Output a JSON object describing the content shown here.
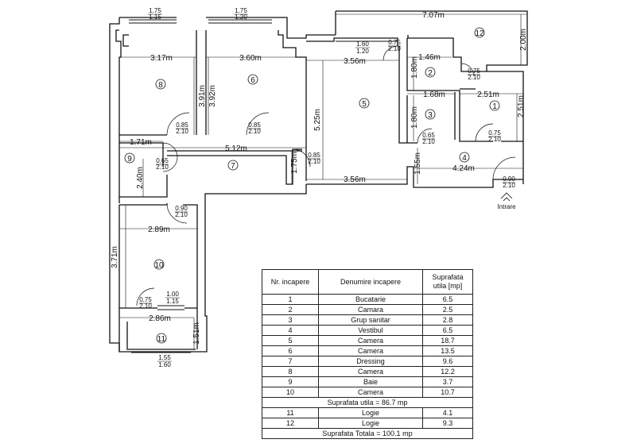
{
  "plan": {
    "rooms": [
      {
        "num": "1"
      },
      {
        "num": "2"
      },
      {
        "num": "3"
      },
      {
        "num": "4"
      },
      {
        "num": "5"
      },
      {
        "num": "6"
      },
      {
        "num": "7"
      },
      {
        "num": "8"
      },
      {
        "num": "9"
      },
      {
        "num": "10"
      },
      {
        "num": "11"
      },
      {
        "num": "12"
      }
    ],
    "dimensions": [
      "3.17m",
      "3.60m",
      "3.56m",
      "7.07m",
      "1.46m",
      "2.51m",
      "1.68m",
      "5.12m",
      "2.89m",
      "2.86m",
      "4.24m",
      "3.56m",
      "3.91m",
      "3.92m",
      "5.25m",
      "2.00m",
      "1.80m",
      "1.80m",
      "2.51m",
      "1.75m",
      "1.55m",
      "2.40m",
      "3.71m",
      "1.51m",
      "1.71m"
    ],
    "windows": [
      {
        "top": "1.75",
        "bottom": "1.15"
      },
      {
        "top": "1.75",
        "bottom": "1.20"
      },
      {
        "top": "1.60",
        "bottom": "1.20"
      },
      {
        "top": "1.00",
        "bottom": "1.15"
      },
      {
        "top": "1.55",
        "bottom": "1.60"
      }
    ],
    "doors": [
      {
        "top": "0.85",
        "bottom": "2.10"
      },
      {
        "top": "0.85",
        "bottom": "2.10"
      },
      {
        "top": "0.85",
        "bottom": "2.10"
      },
      {
        "top": "0.65",
        "bottom": "2.10"
      },
      {
        "top": "0.90",
        "bottom": "2.10"
      },
      {
        "top": "0.75",
        "bottom": "2.10"
      },
      {
        "top": "0.75",
        "bottom": "2.10"
      },
      {
        "top": "0.75",
        "bottom": "2.10"
      },
      {
        "top": "0.65",
        "bottom": "2.10"
      },
      {
        "top": "0.75",
        "bottom": "2.10"
      },
      {
        "top": "0.90",
        "bottom": "2.10"
      }
    ],
    "entrance_label": "Intrare"
  },
  "table": {
    "headers": [
      "Nr. incapere",
      "Denumire incapere",
      "Suprafata utila [mp]"
    ],
    "rows": [
      {
        "nr": "1",
        "name": "Bucatarie",
        "area": "6.5"
      },
      {
        "nr": "2",
        "name": "Camara",
        "area": "2.5"
      },
      {
        "nr": "3",
        "name": "Grup sanitar",
        "area": "2.8"
      },
      {
        "nr": "4",
        "name": "Vestibul",
        "area": "6.5"
      },
      {
        "nr": "5",
        "name": "Camera",
        "area": "18.7"
      },
      {
        "nr": "6",
        "name": "Camera",
        "area": "13.5"
      },
      {
        "nr": "7",
        "name": "Dressing",
        "area": "9.6"
      },
      {
        "nr": "8",
        "name": "Camera",
        "area": "12.2"
      },
      {
        "nr": "9",
        "name": "Baie",
        "area": "3.7"
      },
      {
        "nr": "10",
        "name": "Camera",
        "area": "10.7"
      }
    ],
    "subtotal": "Suprafata utila = 86.7 mp",
    "loggia_rows": [
      {
        "nr": "11",
        "name": "Logie",
        "area": "4.1"
      },
      {
        "nr": "12",
        "name": "Logie",
        "area": "9.3"
      }
    ],
    "total": "Suprafata Totala = 100.1 mp"
  }
}
